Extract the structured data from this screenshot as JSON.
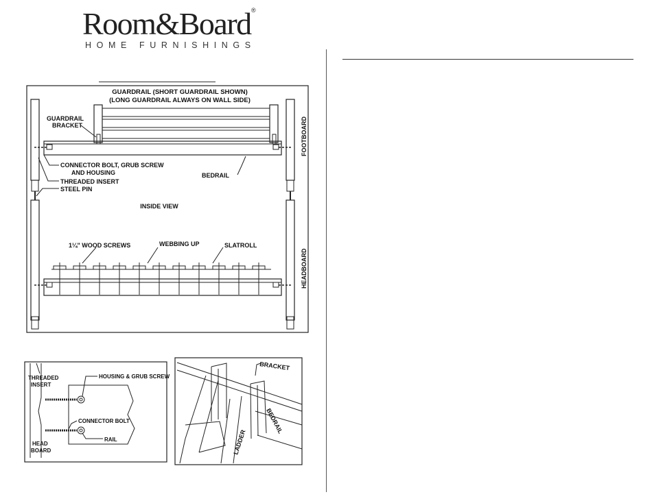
{
  "logo": {
    "name": "Room&Board",
    "registered": "®",
    "tagline": "HOME FURNISHINGS"
  },
  "main_diagram": {
    "guardrail_title_1": "GUARDRAIL (SHORT GUARDRAIL SHOWN)",
    "guardrail_title_2": "(LONG GUARDRAIL ALWAYS ON WALL SIDE)",
    "guardrail_bracket_1": "GUARDRAIL",
    "guardrail_bracket_2": "BRACKET",
    "connector_1": "CONNECTOR BOLT, GRUB SCREW",
    "connector_2": "AND HOUSING",
    "threaded_insert": "THREADED INSERT",
    "steel_pin": "STEEL PIN",
    "bedrail": "BEDRAIL",
    "footboard": "FOOTBOARD",
    "headboard": "HEADBOARD",
    "inside_view": "INSIDE VIEW",
    "wood_screws": "1¼\" WOOD SCREWS",
    "webbing_up": "WEBBING UP",
    "slatroll": "SLATROLL"
  },
  "detail_left": {
    "threaded_1": "THREADED",
    "threaded_2": "INSERT",
    "housing": "HOUSING & GRUB SCREW",
    "connector_bolt": "CONNECTOR BOLT",
    "rail": "RAIL",
    "head_1": "HEAD",
    "head_2": "BOARD"
  },
  "detail_right": {
    "bracket": "BRACKET",
    "bedrail": "BEDRAIL",
    "ladder": "LADDER"
  }
}
